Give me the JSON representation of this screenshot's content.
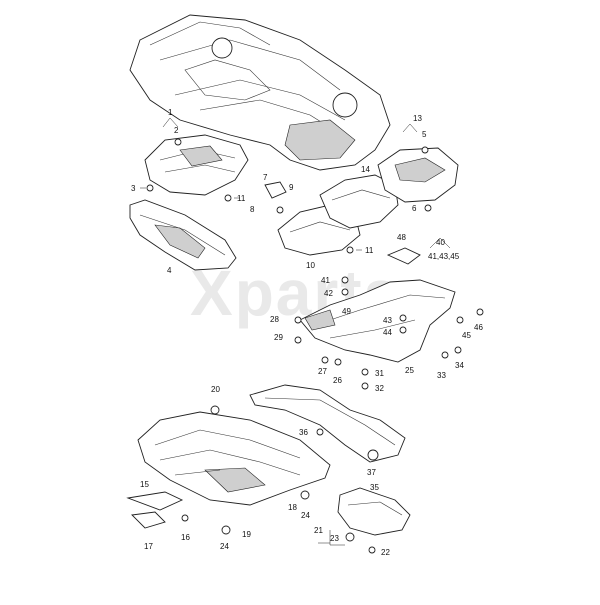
{
  "watermark": {
    "brand": "Xparts",
    "subtitle": "online"
  },
  "callouts": {
    "c1": "1",
    "c2": "2",
    "c3": "3",
    "c4": "4",
    "c5": "5",
    "c6": "6",
    "c7": "7",
    "c8": "8",
    "c9": "9",
    "c10": "10",
    "c11a": "11",
    "c11b": "11",
    "c13": "13",
    "c14": "14",
    "c15": "15",
    "c16": "16",
    "c17": "17",
    "c18": "18",
    "c19": "19",
    "c20": "20",
    "c21": "21",
    "c22": "22",
    "c23": "23",
    "c24a": "24",
    "c24b": "24",
    "c25": "25",
    "c26": "26",
    "c27": "27",
    "c28": "28",
    "c29": "29",
    "c31": "31",
    "c32": "32",
    "c33": "33",
    "c34": "34",
    "c35": "35",
    "c36": "36",
    "c37": "37",
    "c40": "40",
    "c40sub": "41,43,45",
    "c41": "41",
    "c42": "42",
    "c43": "43",
    "c44": "44",
    "c45": "45",
    "c46": "46",
    "c48": "48",
    "c49": "49"
  },
  "colors": {
    "line": "#222222",
    "shade": "#cfcfcf",
    "watermark": "#e9e9e9"
  }
}
